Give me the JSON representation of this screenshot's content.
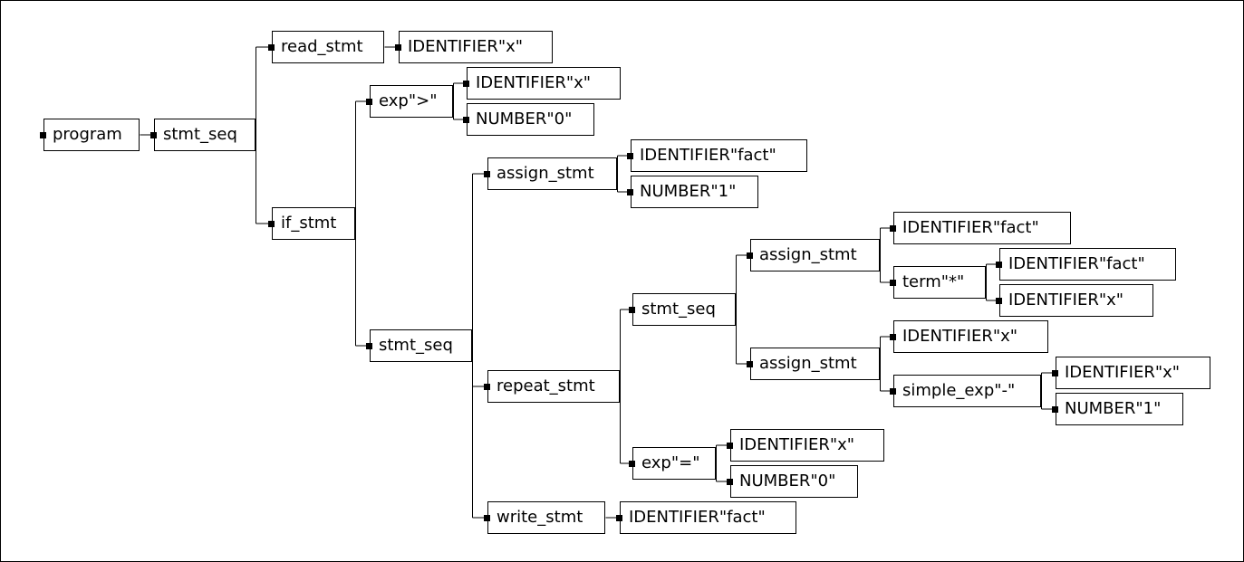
{
  "tree": {
    "nodes": [
      {
        "id": "n0",
        "label": "program",
        "parent": null
      },
      {
        "id": "n1",
        "label": "stmt_seq",
        "parent": "n0"
      },
      {
        "id": "n2",
        "label": "read_stmt",
        "parent": "n1"
      },
      {
        "id": "n3",
        "label": "IDENTIFIER\"x\"",
        "parent": "n2"
      },
      {
        "id": "n4",
        "label": "if_stmt",
        "parent": "n1"
      },
      {
        "id": "n5",
        "label": "exp\">\"",
        "parent": "n4"
      },
      {
        "id": "n6",
        "label": "IDENTIFIER\"x\"",
        "parent": "n5"
      },
      {
        "id": "n7",
        "label": "NUMBER\"0\"",
        "parent": "n5"
      },
      {
        "id": "n8",
        "label": "stmt_seq",
        "parent": "n4"
      },
      {
        "id": "n9",
        "label": "assign_stmt",
        "parent": "n8"
      },
      {
        "id": "n10",
        "label": "IDENTIFIER\"fact\"",
        "parent": "n9"
      },
      {
        "id": "n11",
        "label": "NUMBER\"1\"",
        "parent": "n9"
      },
      {
        "id": "n12",
        "label": "repeat_stmt",
        "parent": "n8"
      },
      {
        "id": "n13",
        "label": "stmt_seq",
        "parent": "n12"
      },
      {
        "id": "n14",
        "label": "assign_stmt",
        "parent": "n13"
      },
      {
        "id": "n15",
        "label": "IDENTIFIER\"fact\"",
        "parent": "n14"
      },
      {
        "id": "n16",
        "label": "term\"*\"",
        "parent": "n14"
      },
      {
        "id": "n17",
        "label": "IDENTIFIER\"fact\"",
        "parent": "n16"
      },
      {
        "id": "n18",
        "label": "IDENTIFIER\"x\"",
        "parent": "n16"
      },
      {
        "id": "n19",
        "label": "assign_stmt",
        "parent": "n13"
      },
      {
        "id": "n20",
        "label": "IDENTIFIER\"x\"",
        "parent": "n19"
      },
      {
        "id": "n21",
        "label": "simple_exp\"-\"",
        "parent": "n19"
      },
      {
        "id": "n22",
        "label": "IDENTIFIER\"x\"",
        "parent": "n21"
      },
      {
        "id": "n23",
        "label": "NUMBER\"1\"",
        "parent": "n21"
      },
      {
        "id": "n24",
        "label": "exp\"=\"",
        "parent": "n12"
      },
      {
        "id": "n25",
        "label": "IDENTIFIER\"x\"",
        "parent": "n24"
      },
      {
        "id": "n26",
        "label": "NUMBER\"0\"",
        "parent": "n24"
      },
      {
        "id": "n27",
        "label": "write_stmt",
        "parent": "n8"
      },
      {
        "id": "n28",
        "label": "IDENTIFIER\"fact\"",
        "parent": "n27"
      }
    ]
  }
}
